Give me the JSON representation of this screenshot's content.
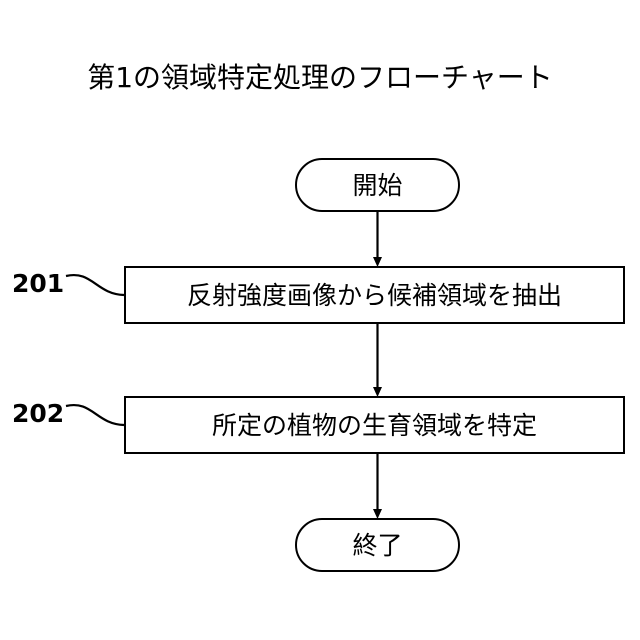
{
  "diagram": {
    "title": "第1の領域特定処理のフローチャート",
    "nodes": [
      {
        "id": "start",
        "type": "terminator",
        "label": "開始"
      },
      {
        "id": "step1",
        "type": "process",
        "label": "反射強度画像から候補領域を抽出",
        "ref": "201"
      },
      {
        "id": "step2",
        "type": "process",
        "label": "所定の植物の生育領域を特定",
        "ref": "202"
      },
      {
        "id": "end",
        "type": "terminator",
        "label": "終了"
      }
    ],
    "references": [
      {
        "label": "201",
        "points_to": "step1"
      },
      {
        "label": "202",
        "points_to": "step2"
      }
    ],
    "edges": [
      {
        "from": "start",
        "to": "step1",
        "arrow": "down"
      },
      {
        "from": "step1",
        "to": "step2",
        "arrow": "down"
      },
      {
        "from": "step2",
        "to": "end",
        "arrow": "down"
      }
    ],
    "colors": {
      "background": "#ffffff",
      "stroke": "#000000",
      "text": "#000000",
      "fill": "#ffffff"
    }
  }
}
